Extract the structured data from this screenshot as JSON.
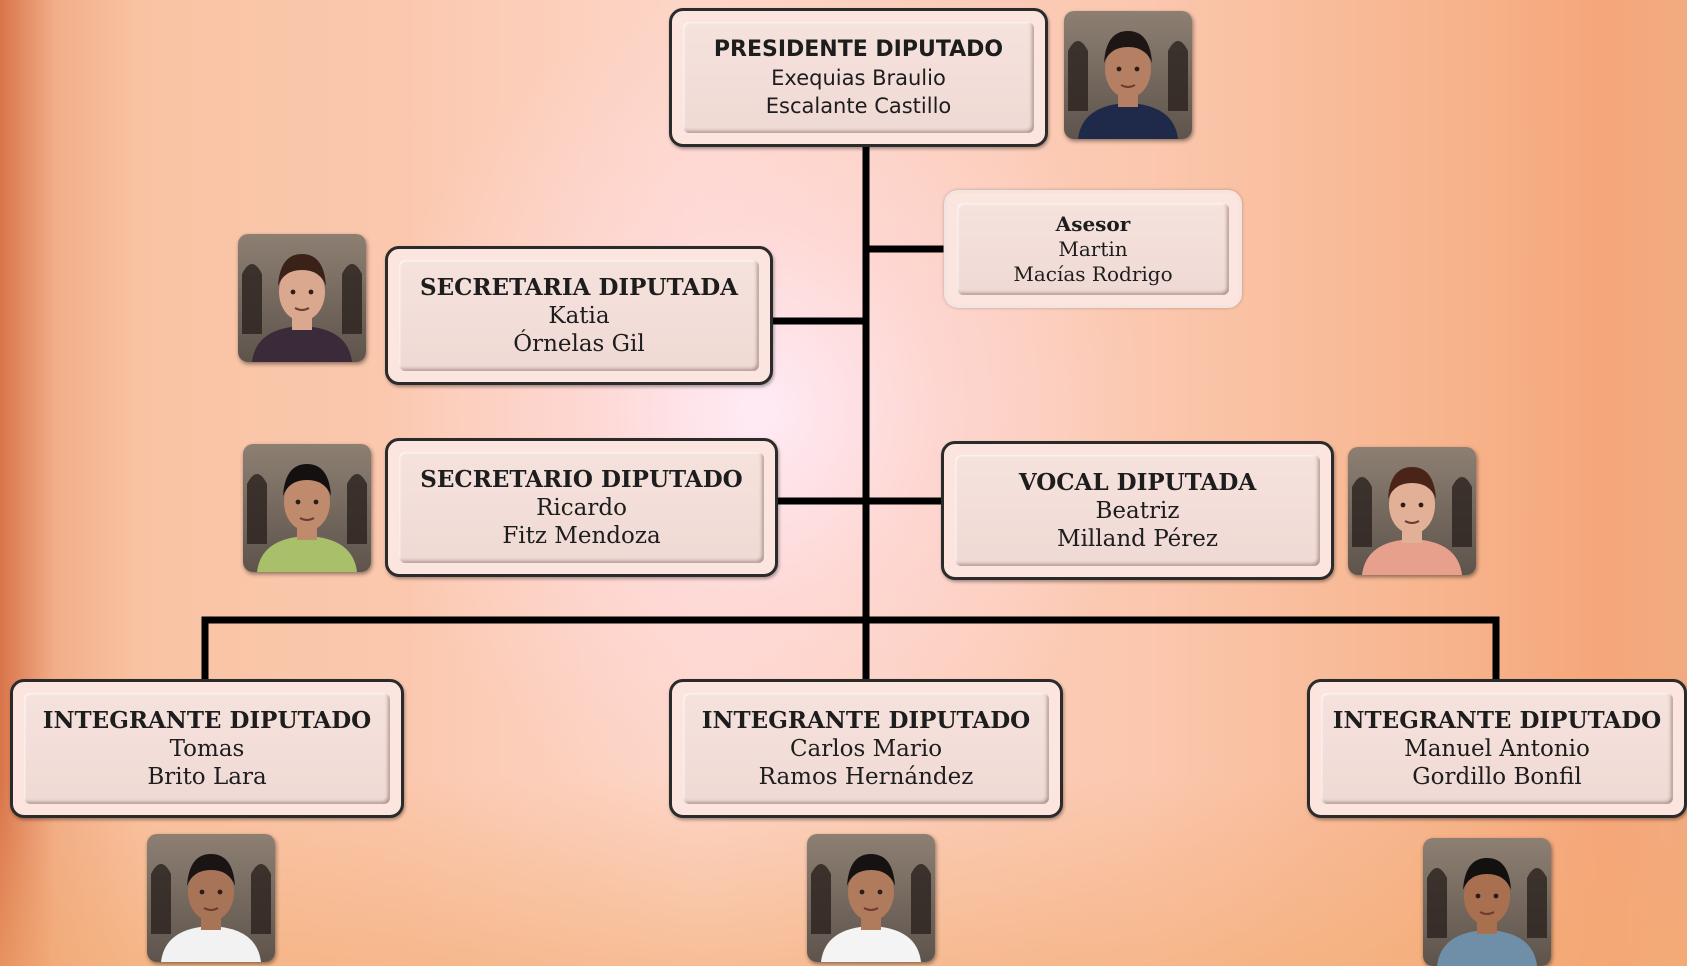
{
  "nodes": {
    "presidente": {
      "role": "PRESIDENTE DIPUTADO",
      "name1": "Exequias Braulio",
      "name2": "Escalante Castillo"
    },
    "asesor": {
      "role": "Asesor",
      "name1": "Martin",
      "name2": "Macías Rodrigo"
    },
    "secretaria": {
      "role": "SECRETARIA DIPUTADA",
      "name1": "Katia",
      "name2": "Órnelas Gil"
    },
    "secretario": {
      "role": "SECRETARIO DIPUTADO",
      "name1": "Ricardo",
      "name2": "Fitz Mendoza"
    },
    "vocal": {
      "role": "VOCAL DIPUTADA",
      "name1": "Beatriz",
      "name2": "Milland Pérez"
    },
    "integrante1": {
      "role": "INTEGRANTE DIPUTADO",
      "name1": "Tomas",
      "name2": "Brito Lara"
    },
    "integrante2": {
      "role": "INTEGRANTE DIPUTADO",
      "name1": "Carlos Mario",
      "name2": "Ramos Hernández"
    },
    "integrante3": {
      "role": "INTEGRANTE DIPUTADO",
      "name1": "Manuel Antonio",
      "name2": "Gordillo Bonfil"
    }
  },
  "photos": [
    {
      "person": "presidente",
      "skin": "#b47f62",
      "hair": "#1e1614",
      "shirt": "#1f2a4a"
    },
    {
      "person": "secretaria",
      "skin": "#d9a88e",
      "hair": "#3a2218",
      "shirt": "#3a2a3a"
    },
    {
      "person": "secretario",
      "skin": "#c08a6c",
      "hair": "#141010",
      "shirt": "#a8c06a"
    },
    {
      "person": "vocal",
      "skin": "#e2b096",
      "hair": "#4a2418",
      "shirt": "#e7a08c"
    },
    {
      "person": "integrante1",
      "skin": "#a87458",
      "hair": "#1a1414",
      "shirt": "#f2f2f2"
    },
    {
      "person": "integrante2",
      "skin": "#b07a5c",
      "hair": "#161212",
      "shirt": "#f4f4f4"
    },
    {
      "person": "integrante3",
      "skin": "#a9704f",
      "hair": "#131010",
      "shirt": "#6f8fa8"
    }
  ]
}
